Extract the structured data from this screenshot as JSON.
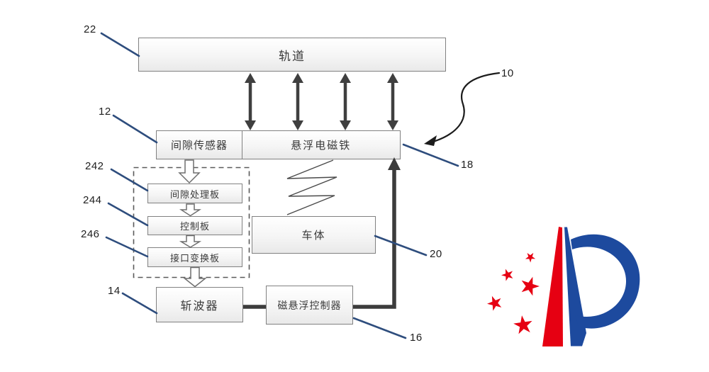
{
  "figure": {
    "boxes": {
      "track": "轨道",
      "gap_sensor": "间隙传感器",
      "levitation_electromagnet": "悬浮电磁铁",
      "gap_processing_board": "间隙处理板",
      "control_board": "控制板",
      "interface_conversion_board": "接口变换板",
      "car_body": "车体",
      "chopper": "斩波器",
      "maglev_controller": "磁悬浮控制器"
    },
    "reference_numbers": {
      "n10": "10",
      "n12": "12",
      "n14": "14",
      "n16": "16",
      "n18": "18",
      "n20": "20",
      "n22": "22",
      "n242": "242",
      "n244": "244",
      "n246": "246"
    },
    "colors": {
      "leader_line": "#2e4d7d",
      "connector_dark": "#3f3f3f",
      "box_border": "#818181",
      "logo_red": "#e60012",
      "logo_blue": "#1d4a9e"
    }
  }
}
